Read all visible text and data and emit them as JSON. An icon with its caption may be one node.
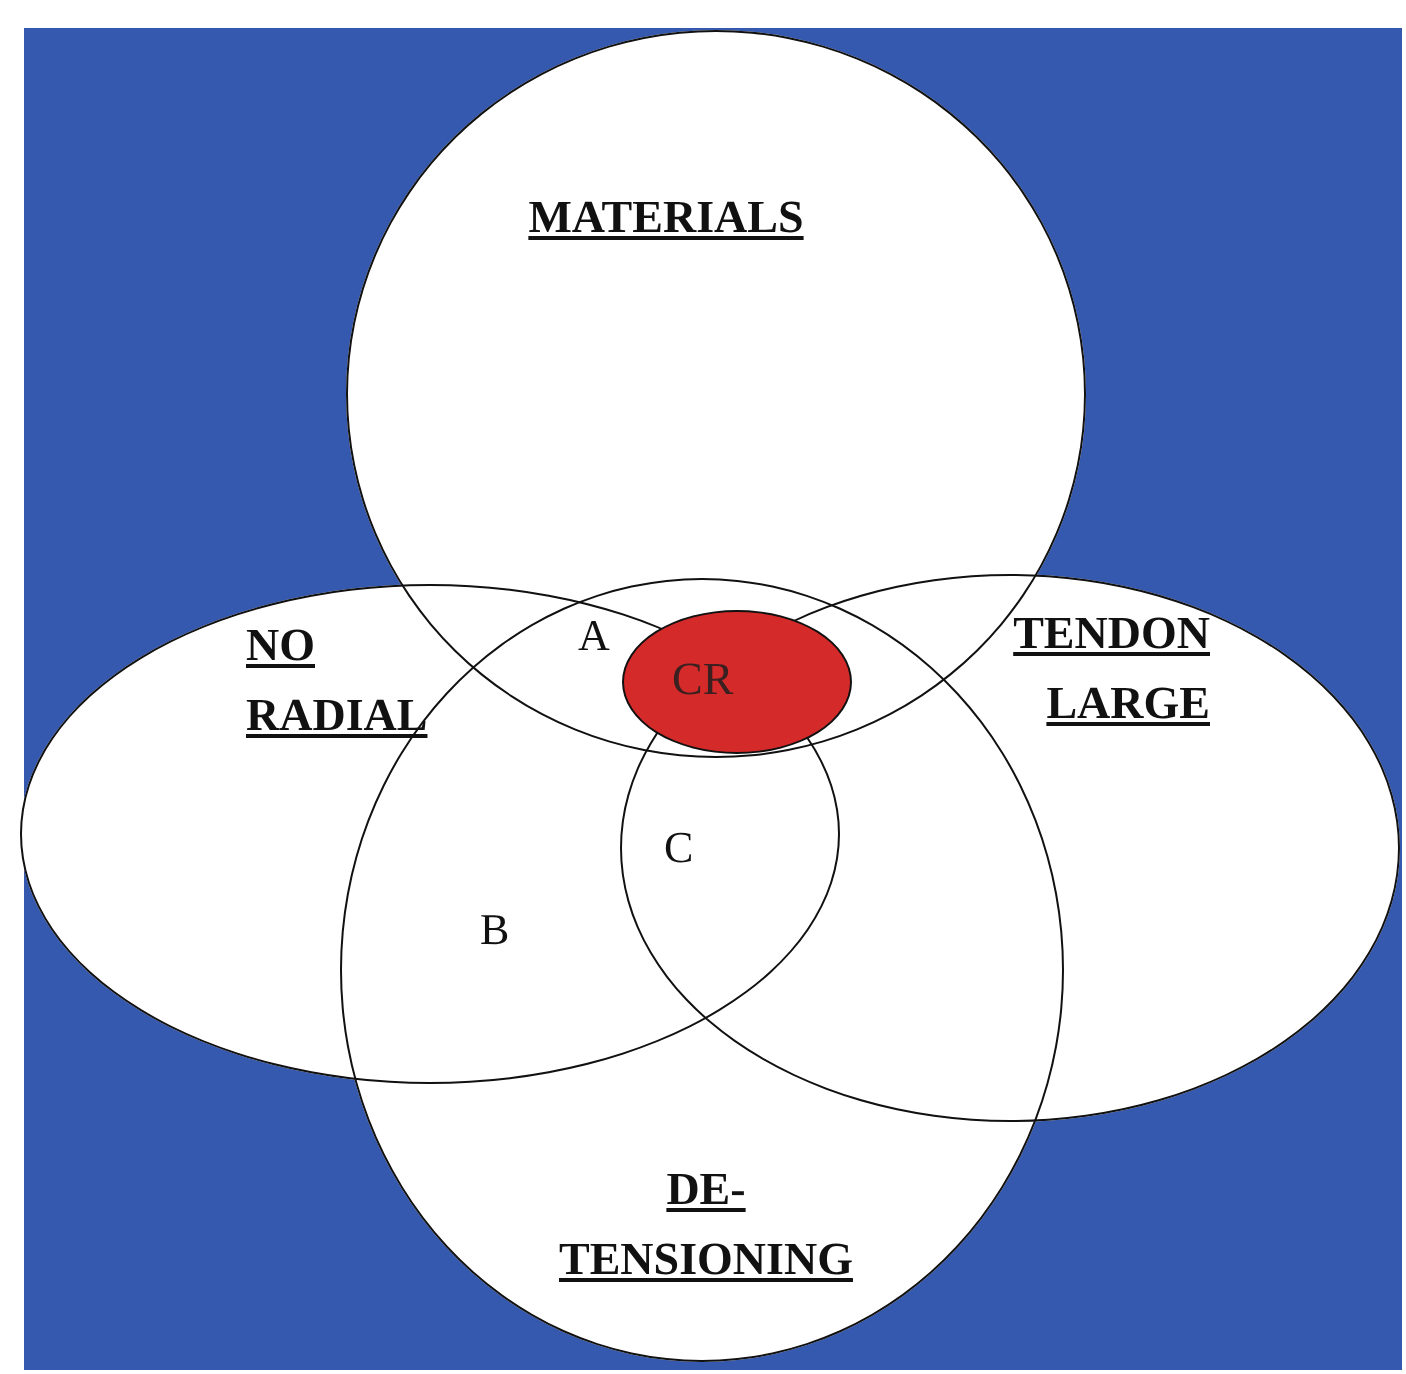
{
  "diagram": {
    "nodes": [
      {
        "text": [
          "MATERIALS"
        ]
      },
      {
        "text": [
          "NO RADIAL"
        ]
      },
      {
        "text": [
          "TENDON LARGE"
        ]
      },
      {
        "text": [
          "DE- TENSIONING"
        ]
      },
      {
        "text": [
          "CR"
        ]
      }
    ],
    "labels": [
      "A",
      "C",
      "B"
    ]
  }
}
